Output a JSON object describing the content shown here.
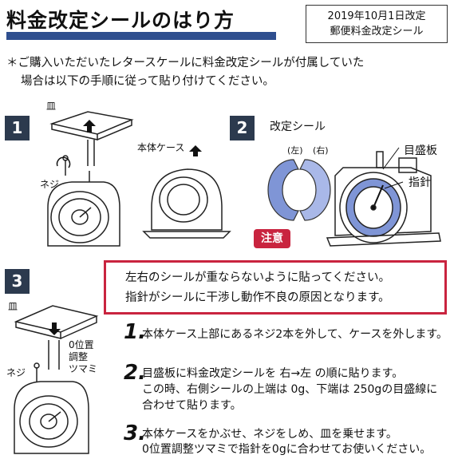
{
  "header": {
    "title": "料金改定シールのはり方",
    "date_line1": "2019年10月1日改定",
    "date_line2": "郵便料金改定シール"
  },
  "note": {
    "line1": "＊ご購入いただいたレタースケールに料金改定シールが付属していた",
    "line2": "場合は以下の手順に従って貼り付けてください。"
  },
  "steps": {
    "s1": "1",
    "s2": "2",
    "s3": "3"
  },
  "diagram1": {
    "plate_label": "皿",
    "screw_label": "ネジ",
    "case_label": "本体ケース"
  },
  "diagram2": {
    "sticker_label": "改定シール",
    "left_label": "(左)",
    "right_label": "(右)",
    "dial_label": "目盛板",
    "needle_label": "指針"
  },
  "caution": {
    "tag": "注意",
    "line1": "左右のシールが重ならないように貼ってください。",
    "line2": "指針がシールに干渉し動作不良の原因となります。"
  },
  "diagram3": {
    "plate_label": "皿",
    "zero_label_1": "0位置",
    "zero_label_2": "調整",
    "zero_label_3": "ツマミ",
    "screw_label": "ネジ"
  },
  "instructions": [
    {
      "num": "1.",
      "line1": "本体ケース上部にあるネジ2本を外して、ケースを外します。",
      "line2": ""
    },
    {
      "num": "2.",
      "line1": "目盛板に料金改定シールを 右→左 の順に貼ります。",
      "line2": "この時、右側シールの上端は 0g、下端は 250gの目盛線に",
      "line3": "合わせて貼ります。"
    },
    {
      "num": "3.",
      "line1": "本体ケースをかぶせ、ネジをしめ、皿を乗せます。",
      "line2": "0位置調整ツマミで指針を0gに合わせてお使いください。"
    }
  ],
  "colors": {
    "title_bar": "#2f4f8f",
    "badge": "#2c3a4e",
    "caution": "#c9243f",
    "sticker": "#7f95d6"
  }
}
